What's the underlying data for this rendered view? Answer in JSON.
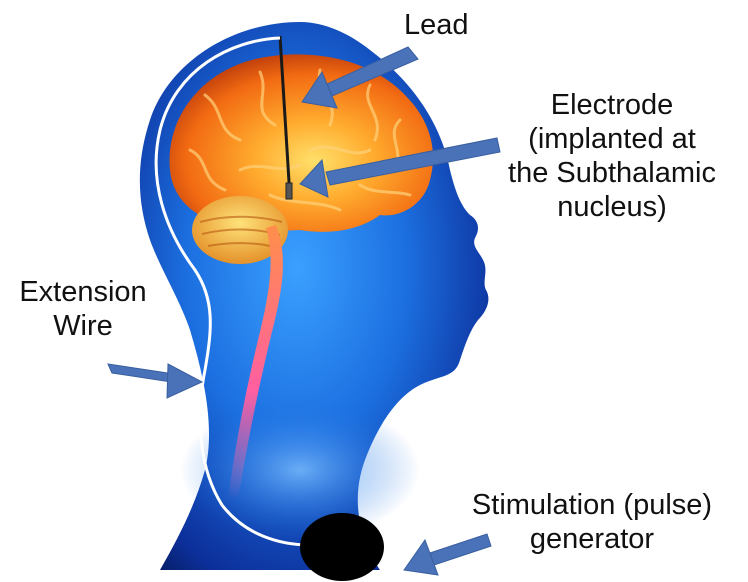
{
  "labels": {
    "lead": "Lead",
    "electrode": {
      "line1": "Electrode",
      "line2": "(implanted at",
      "line3": "the Subthalamic",
      "line4": "nucleus)"
    },
    "extension_wire": {
      "line1": "Extension",
      "line2": "Wire"
    },
    "generator": {
      "line1": "Stimulation (pulse)",
      "line2": "generator"
    }
  },
  "colors": {
    "arrow": "#4a72b8",
    "head_glow": "#1e6fe8",
    "brain": "#f07a1a",
    "wire": "#ffffff",
    "generator": "#000000"
  }
}
